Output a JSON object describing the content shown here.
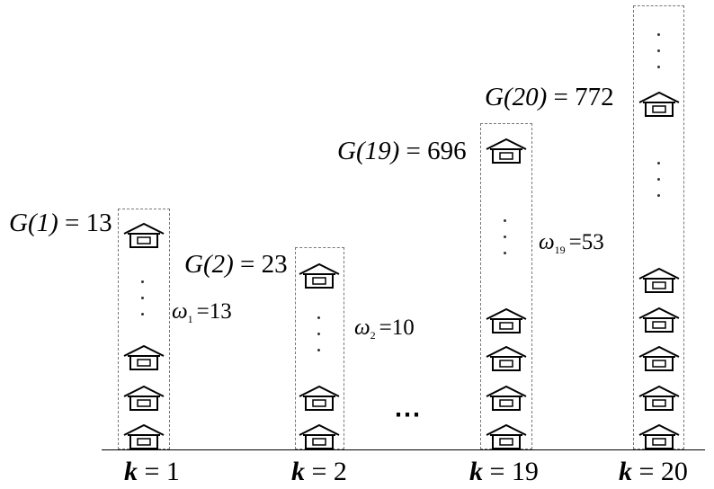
{
  "columns": [
    {
      "g_func": "G(1)",
      "g_eq": " = ",
      "g_value": "13",
      "omega_sym": "ω",
      "omega_sub": "1",
      "omega_eq": "=",
      "omega_value": "13",
      "k_var": "k",
      "k_eq": " = ",
      "k_value": "1"
    },
    {
      "g_func": "G(2)",
      "g_eq": " = ",
      "g_value": "23",
      "omega_sym": "ω",
      "omega_sub": "2",
      "omega_eq": "=",
      "omega_value": "10",
      "k_var": "k",
      "k_eq": " = ",
      "k_value": "2"
    },
    {
      "g_func": "G(19)",
      "g_eq": " = ",
      "g_value": "696",
      "omega_sym": "ω",
      "omega_sub": "19",
      "omega_eq": "=",
      "omega_value": "53",
      "k_var": "k",
      "k_eq": " = ",
      "k_value": "19"
    },
    {
      "g_func": "G(20)",
      "g_eq": " = ",
      "g_value": "772",
      "k_var": "k",
      "k_eq": " = ",
      "k_value": "20"
    }
  ],
  "gap_ellipsis": "⋯",
  "icons": {
    "house": "house-icon"
  }
}
